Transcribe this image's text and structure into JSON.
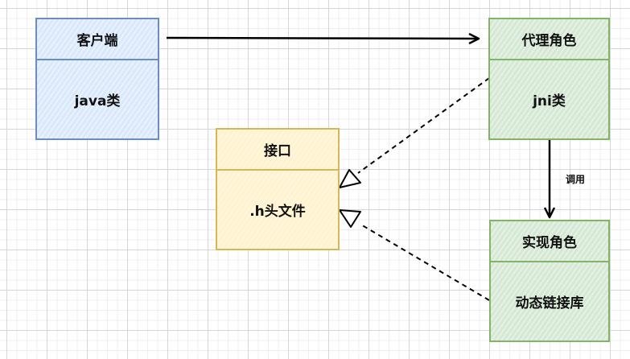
{
  "diagram": {
    "nodes": {
      "client": {
        "header": "客户端",
        "body": "java类",
        "color": "#6c8ebf"
      },
      "proxy": {
        "header": "代理角色",
        "body": "jni类",
        "color": "#82b366"
      },
      "interface": {
        "header": "接口",
        "body": ".h头文件",
        "color": "#d6b656"
      },
      "impl": {
        "header": "实现角色",
        "body": "动态链接库",
        "color": "#82b366"
      }
    },
    "edges": {
      "client_to_proxy": {
        "from": "client",
        "to": "proxy",
        "style": "solid-arrow"
      },
      "proxy_to_impl": {
        "from": "proxy",
        "to": "impl",
        "style": "solid-arrow",
        "label": "调用"
      },
      "proxy_to_interface": {
        "from": "proxy",
        "to": "interface",
        "style": "dashed-realization"
      },
      "impl_to_interface": {
        "from": "impl",
        "to": "interface",
        "style": "dashed-realization"
      }
    }
  }
}
